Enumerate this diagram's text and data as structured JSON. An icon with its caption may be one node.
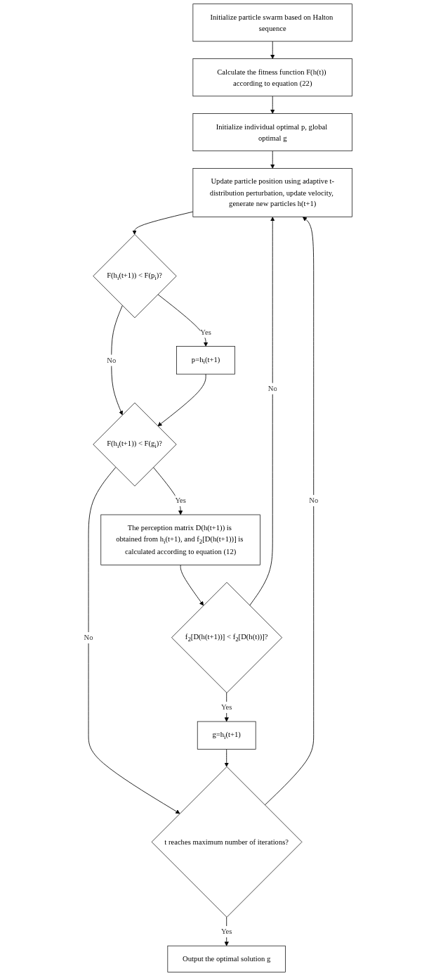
{
  "diagram": {
    "nodes": [
      {
        "text": [
          "Initialize particle swarm based on Halton sequence"
        ]
      },
      {
        "text": [
          "Calculate the fitness function F(h(t)) according to equation (22)"
        ]
      },
      {
        "text": [
          "Initialize individual optimal p, global optimal g"
        ]
      },
      {
        "text": [
          "Update particle position using adaptive t-distribution perturbation, update velocity, generate new particles h(t+1)"
        ]
      },
      {
        "text": [
          "F(h$_{i}$(t+1)) < F(p$_{i}$)?"
        ]
      },
      {
        "text": [
          "p=h$_{i}$(t+1)"
        ]
      },
      {
        "text": [
          "F(h$_{i}$(t+1)) < F(g$_{i}$)?"
        ]
      },
      {
        "text": [
          "The perception matrix D(h(t+1)) is obtained from h$_{i}$(t+1), and f$_{2}$[D(h(t+1))] is calculated according to equation (12)"
        ]
      },
      {
        "text": [
          "f$_{2}$[D(h(t+1))] < f$_{2}$[D(h(t))]?"
        ]
      },
      {
        "text": [
          "g=h$_{i}$(t+1)"
        ]
      },
      {
        "text": [
          "t reaches maximum number of iterations?"
        ]
      },
      {
        "text": [
          "Output the optimal solution g"
        ]
      }
    ],
    "edges": [
      {
        "from": 0,
        "to": 1,
        "arrow": "to"
      },
      {
        "from": 1,
        "to": 2,
        "arrow": "to"
      },
      {
        "from": 2,
        "to": 3,
        "arrow": "to"
      },
      {
        "from": 3,
        "to": 4,
        "arrow": "to"
      },
      {
        "from": 4,
        "to": 5,
        "arrow": "to",
        "label": "Yes"
      },
      {
        "from": 4,
        "to": 6,
        "arrow": "to",
        "label": "No"
      },
      {
        "from": 5,
        "to": 6,
        "arrow": "to"
      },
      {
        "from": 6,
        "to": 7,
        "arrow": "to",
        "label": "Yes"
      },
      {
        "from": 6,
        "to": 10,
        "arrow": "to",
        "label": "No"
      },
      {
        "from": 7,
        "to": 8,
        "arrow": "to"
      },
      {
        "from": 8,
        "to": 3,
        "arrow": "to",
        "label": "No"
      },
      {
        "from": 8,
        "to": 9,
        "arrow": "to",
        "label": "Yes"
      },
      {
        "from": 9,
        "to": 10,
        "arrow": "to"
      },
      {
        "from": 10,
        "to": 3,
        "arrow": "to",
        "label": "No"
      },
      {
        "from": 10,
        "to": 11,
        "arrow": "to",
        "label": "Yes"
      }
    ]
  }
}
